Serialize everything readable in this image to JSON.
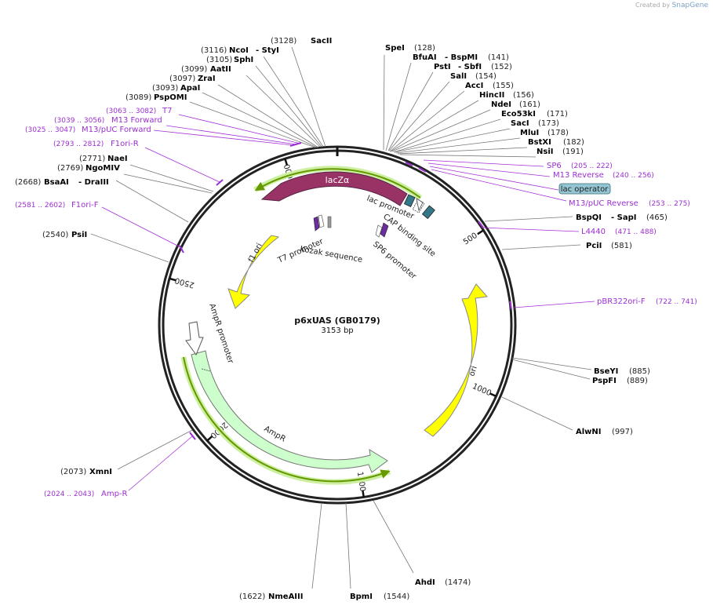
{
  "watermark": {
    "prefix": "Created by",
    "brand": "SnapGene"
  },
  "map": {
    "title": "p6xUAS (GB0179)",
    "size_label": "3153 bp",
    "length": 3153,
    "ticks": [
      {
        "label": "500",
        "pos": 500
      },
      {
        "label": "1000",
        "pos": 1000
      },
      {
        "label": "1500",
        "pos": 1500
      },
      {
        "label": "2000",
        "pos": 2000
      },
      {
        "label": "2500",
        "pos": 2500
      },
      {
        "label": "3000",
        "pos": 3000
      }
    ]
  },
  "sites": [
    {
      "name": "SacII",
      "pos": "(3128)",
      "suffix": ""
    },
    {
      "name": "NcoI",
      "pos": "(3116)",
      "suffix": "- StyI"
    },
    {
      "name": "SphI",
      "pos": "(3105)",
      "suffix": ""
    },
    {
      "name": "AatII",
      "pos": "(3099)",
      "suffix": ""
    },
    {
      "name": "ZraI",
      "pos": "(3097)",
      "suffix": ""
    },
    {
      "name": "ApaI",
      "pos": "(3093)",
      "suffix": ""
    },
    {
      "name": "PspOMI",
      "pos": "(3089)",
      "suffix": ""
    },
    {
      "name": "NaeI",
      "pos": "(2771)",
      "suffix": ""
    },
    {
      "name": "NgoMIV",
      "pos": "(2769)",
      "suffix": ""
    },
    {
      "name": "BsaAI",
      "pos": "(2668)",
      "suffix": "- DraIII"
    },
    {
      "name": "PsiI",
      "pos": "(2540)",
      "suffix": ""
    },
    {
      "name": "XmnI",
      "pos": "(2073)",
      "suffix": ""
    },
    {
      "name": "NmeAIII",
      "pos": "(1622)",
      "suffix": ""
    },
    {
      "name": "BpmI",
      "pos": "(1544)",
      "suffix": ""
    },
    {
      "name": "AhdI",
      "pos": "(1474)",
      "suffix": ""
    },
    {
      "name": "AlwNI",
      "pos": "(997)",
      "suffix": ""
    },
    {
      "name": "BseYI",
      "pos": "(885)",
      "suffix": ""
    },
    {
      "name": "PspFI",
      "pos": "(889)",
      "suffix": ""
    },
    {
      "name": "PciI",
      "pos": "(581)",
      "suffix": ""
    },
    {
      "name": "BspQI",
      "pos": "(465)",
      "suffix": "- SapI"
    },
    {
      "name": "SpeI",
      "pos": "(128)",
      "suffix": ""
    },
    {
      "name": "BfuAI",
      "pos": "(141)",
      "suffix": "- BspMI"
    },
    {
      "name": "PstI",
      "pos": "(152)",
      "suffix": "- SbfI"
    },
    {
      "name": "SalI",
      "pos": "(154)",
      "suffix": ""
    },
    {
      "name": "AccI",
      "pos": "(155)",
      "suffix": ""
    },
    {
      "name": "HincII",
      "pos": "(156)",
      "suffix": ""
    },
    {
      "name": "NdeI",
      "pos": "(161)",
      "suffix": ""
    },
    {
      "name": "Eco53kI",
      "pos": "(171)",
      "suffix": ""
    },
    {
      "name": "SacI",
      "pos": "(173)",
      "suffix": ""
    },
    {
      "name": "MluI",
      "pos": "(178)",
      "suffix": ""
    },
    {
      "name": "BstXI",
      "pos": "(182)",
      "suffix": ""
    },
    {
      "name": "NsiI",
      "pos": "(191)",
      "suffix": ""
    }
  ],
  "primers": [
    {
      "name": "T7",
      "range": "(3063 .. 3082)"
    },
    {
      "name": "M13 Forward",
      "range": "(3039 .. 3056)"
    },
    {
      "name": "M13/pUC Forward",
      "range": "(3025 .. 3047)"
    },
    {
      "name": "F1ori-R",
      "range": "(2793 .. 2812)"
    },
    {
      "name": "F1ori-F",
      "range": "(2581 .. 2602)"
    },
    {
      "name": "Amp-R",
      "range": "(2024 .. 2043)"
    },
    {
      "name": "SP6",
      "range": "(205 .. 222)"
    },
    {
      "name": "M13 Reverse",
      "range": "(240 .. 256)"
    },
    {
      "name": "M13/pUC Reverse",
      "range": "(253 .. 275)"
    },
    {
      "name": "L4440",
      "range": "(471 .. 488)"
    },
    {
      "name": "pBR322ori-F",
      "range": "(722 .. 741)"
    }
  ],
  "features": [
    {
      "name": "lacZα",
      "type": "cds",
      "color": "#993366"
    },
    {
      "name": "f1 ori",
      "type": "rep_origin",
      "color": "#ffff00"
    },
    {
      "name": "ori",
      "type": "rep_origin",
      "color": "#ffff00"
    },
    {
      "name": "AmpR",
      "type": "cds",
      "color": "#ccffcc"
    },
    {
      "name": "AmpR promoter",
      "type": "promoter",
      "color": "#ffffff"
    },
    {
      "name": "lac promoter",
      "type": "promoter",
      "color": "#ffffff"
    },
    {
      "name": "CAP binding site",
      "type": "protein_bind",
      "color": "#337788"
    },
    {
      "name": "lac operator",
      "type": "protein_bind",
      "color": "#93c6d2"
    },
    {
      "name": "T7 promoter",
      "type": "promoter",
      "color": "#6b2e9e"
    },
    {
      "name": "Kozak sequence",
      "type": "misc",
      "color": "#999999"
    },
    {
      "name": "SP6 promoter",
      "type": "promoter",
      "color": "#6b2e9e"
    }
  ],
  "colors": {
    "primer": "#9b2fd1",
    "outline": "#222222",
    "orf": "#669900"
  }
}
